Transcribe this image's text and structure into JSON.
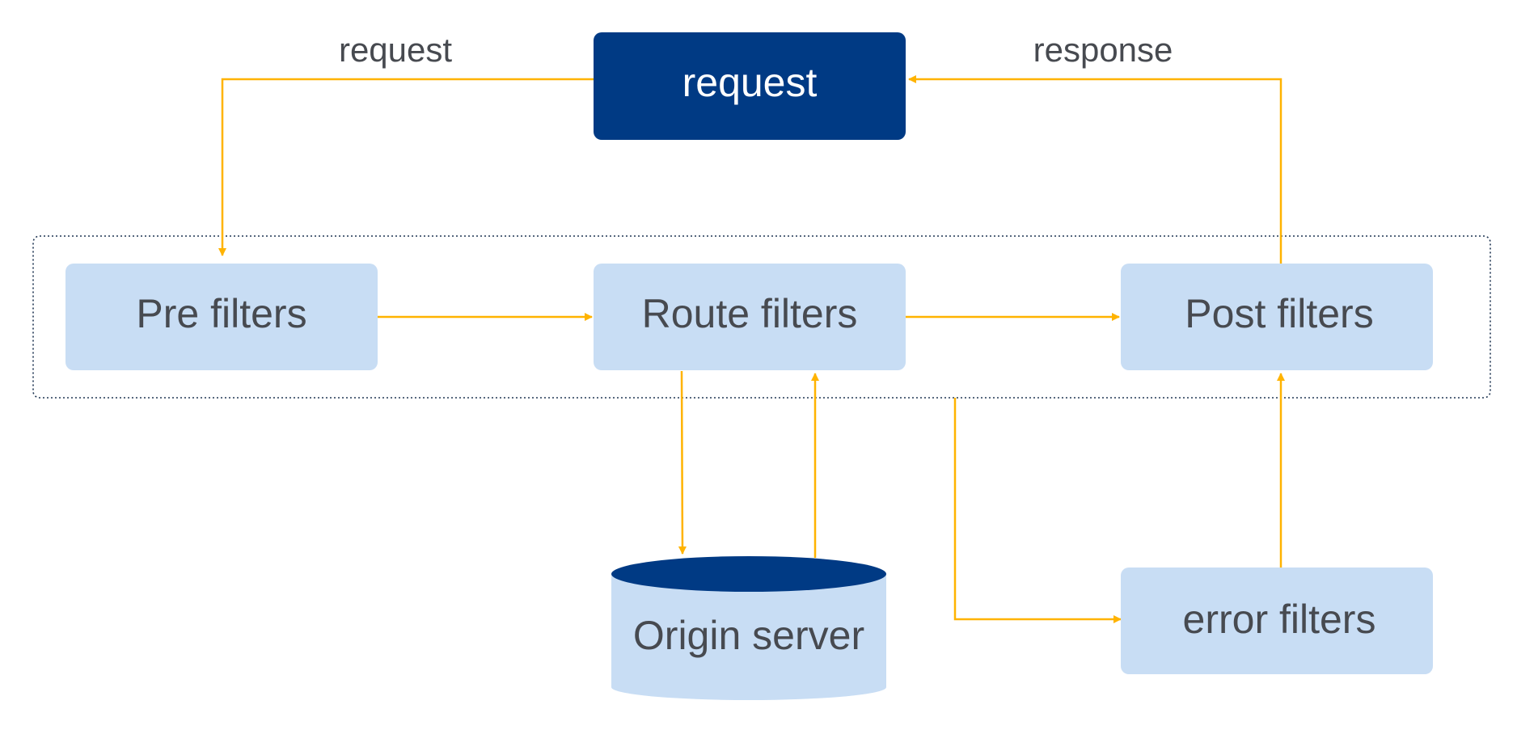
{
  "nodes": {
    "request": "request",
    "pre_filters": "Pre filters",
    "route_filters": "Route filters",
    "post_filters": "Post filters",
    "error_filters": "error filters",
    "origin_server": "Origin server"
  },
  "edge_labels": {
    "request": "request",
    "response": "response"
  },
  "colors": {
    "dark_box": "#003a84",
    "light_box": "#c8ddf4",
    "arrow": "#ffb300",
    "text_dark": "#474a50",
    "text_light": "#ffffff",
    "group_border": "#1f3552"
  }
}
